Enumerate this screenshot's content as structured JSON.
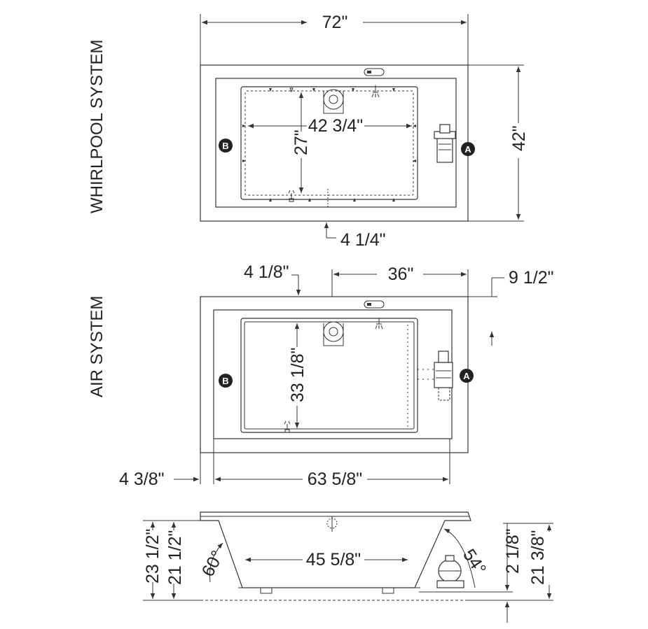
{
  "sections": {
    "whirlpool": {
      "label": "WHIRLPOOL SYSTEM",
      "dims": {
        "overall_width": "72\"",
        "overall_depth": "42\"",
        "basin_length": "42 3/4\"",
        "basin_width": "27\"",
        "offset": "4 1/4\""
      },
      "callouts": {
        "a": "A",
        "b": "B"
      }
    },
    "air": {
      "label": "AIR SYSTEM",
      "dims": {
        "left_offset": "4 1/8\"",
        "drain_to_edge": "36\"",
        "right_offset": "9 1/2\"",
        "basin_width": "33 1/8\"",
        "left_flange": "4 3/8\"",
        "interior_length": "63 5/8\""
      },
      "callouts": {
        "a": "A",
        "b": "B"
      }
    },
    "elevation": {
      "dims": {
        "overall_height": "23 1/2\"",
        "inner_height": "21 1/2\"",
        "left_angle": "60°",
        "bottom_length": "45 5/8\"",
        "right_angle": "54°",
        "lip": "2 1/8\"",
        "right_height": "21 3/8\""
      }
    }
  }
}
